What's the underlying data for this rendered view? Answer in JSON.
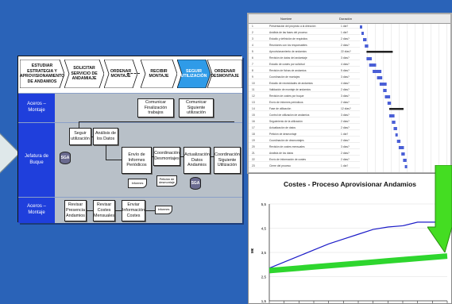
{
  "process": {
    "stages": [
      "ESTUDIAR ESTRATEGIA Y APROVISIONAMIENTO DE ANDAMIOS",
      "SOLICITAR SERVICIO DE ANDAMIAJE",
      "ORDENAR MONTAJE",
      "RECIBIR MONTAJE",
      "SEGUIR UTILIZACIÓN",
      "ORDENAR DESMONTAJE"
    ],
    "highlight_stage_color": "#2f9be8",
    "lanes": [
      "Aceros – Montaje",
      "Jefatura de Buque",
      "Aceros – Montaje"
    ],
    "boxes": {
      "comunicar_finalizacion": "Comunicar Finalización trabajos",
      "comunicar_siguiente": "Comunicar Siguiente utilización",
      "seguir_utilizacion": "Seguir utilización",
      "analisis_datos": "Análisis de los Datos",
      "envio_informes": "Envío de Informes Periódicos",
      "coordinacion_desmontajes": "Coordinación Desmontajes",
      "actualizacion_datos": "Actualización Datos Andamios",
      "coordinacion_siguiente": "Coordinación Siguiente Utilización",
      "revisar_presencia": "Revisar Presencia Andamios",
      "revisar_costes": "Revisar Costes Mensuales",
      "enviar_informacion": "Enviar Información Costes"
    },
    "docs": {
      "informes": "Informes",
      "peticion": "Petición de desmontaje",
      "informes2": "Informes"
    },
    "db_label": "SGA"
  },
  "gantt": {
    "columns": [
      "Nombre",
      "Duración"
    ],
    "rows": [
      {
        "n": "1",
        "t": "Presentación del proyecto a la dirección",
        "d": "1 día?"
      },
      {
        "n": "2",
        "t": "Análisis de las fases del proceso",
        "d": "1 día?"
      },
      {
        "n": "3",
        "t": "Estudio y definición de requisitos",
        "d": "2 días?"
      },
      {
        "n": "4",
        "t": "Reuniones con los responsables",
        "d": "2 días?"
      },
      {
        "n": "5",
        "t": "Aprovisionamiento de andamios",
        "d": "22 días?"
      },
      {
        "n": "6",
        "t": "Revisión de datos del andamiaje",
        "d": "3 días?"
      },
      {
        "n": "7",
        "t": "Estudio de costes por solicitud",
        "d": "4 días?"
      },
      {
        "n": "8",
        "t": "Revisión de fichas de andamios",
        "d": "5 días?"
      },
      {
        "n": "9",
        "t": "Coordinación de montajes",
        "d": "3 días?"
      },
      {
        "n": "10",
        "t": "Estudio de necesidades de andamios",
        "d": "4 días?"
      },
      {
        "n": "11",
        "t": "Validación de montaje de andamios",
        "d": "2 días?"
      },
      {
        "n": "12",
        "t": "Revisión de costes por buque",
        "d": "3 días?"
      },
      {
        "n": "13",
        "t": "Envío de informes periódicos",
        "d": "2 días?"
      },
      {
        "n": "14",
        "t": "Fase de utilización",
        "d": "12 días?"
      },
      {
        "n": "15",
        "t": "Control de utilización de andamios",
        "d": "3 días?"
      },
      {
        "n": "16",
        "t": "Seguimiento de la utilización",
        "d": "2 días?"
      },
      {
        "n": "17",
        "t": "Actualización de datos",
        "d": "2 días?"
      },
      {
        "n": "18",
        "t": "Petición de desmontaje",
        "d": "1 día?"
      },
      {
        "n": "19",
        "t": "Coordinación de desmontajes",
        "d": "2 días?"
      },
      {
        "n": "20",
        "t": "Revisión de costes mensuales",
        "d": "3 días?"
      },
      {
        "n": "21",
        "t": "Análisis de los datos",
        "d": "2 días?"
      },
      {
        "n": "22",
        "t": "Envío de información de costes",
        "d": "2 días?"
      },
      {
        "n": "23",
        "t": "Cierre del proceso",
        "d": "1 día?"
      }
    ]
  },
  "chart": {
    "title": "Costes - Proceso Aprovisionar Andamios",
    "ylabel": "M€",
    "yticks": [
      "5,5",
      "4,5",
      "3,5",
      "2,5",
      "1,5"
    ]
  },
  "chart_data": {
    "type": "line",
    "title": "Costes - Proceso Aprovisionar Andamios",
    "ylabel": "M€",
    "ylim": [
      1.5,
      5.5
    ],
    "series": [
      {
        "name": "",
        "color": "#1c1cc8",
        "x": [
          0,
          1,
          2,
          3,
          4,
          5,
          6,
          7,
          8,
          9,
          10,
          11,
          12
        ],
        "values": [
          2.85,
          3.1,
          3.35,
          3.6,
          3.85,
          4.05,
          4.25,
          4.45,
          4.55,
          4.6,
          4.75,
          4.75,
          4.75
        ]
      },
      {
        "name": "",
        "color": "#2ed62e",
        "x": [
          0,
          1,
          2,
          3,
          4,
          5,
          6,
          7,
          8,
          9,
          10,
          11,
          12
        ],
        "values": [
          2.75,
          2.8,
          2.85,
          2.9,
          2.95,
          3.0,
          3.05,
          3.1,
          3.15,
          3.2,
          3.25,
          3.3,
          3.35
        ]
      }
    ]
  },
  "colors": {
    "background": "#2a63b8",
    "lane_blue": "#1f3fdc",
    "arrow_green": "#44dd22"
  }
}
